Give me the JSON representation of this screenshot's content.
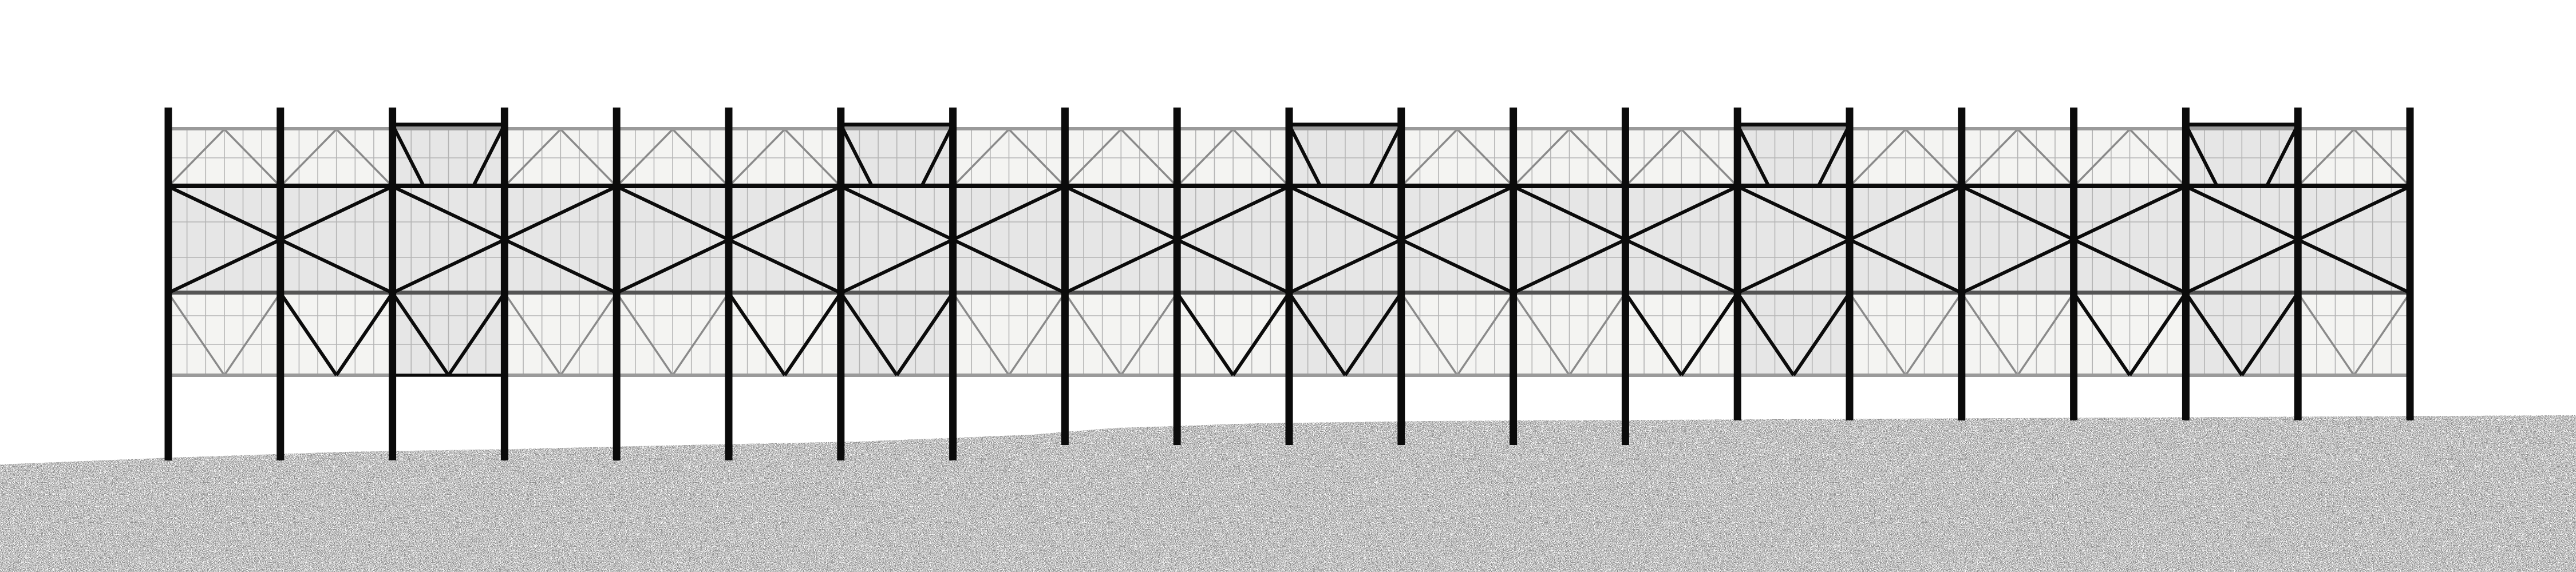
{
  "drawing": {
    "view": "elevation",
    "labels": [],
    "structure": {
      "column_count": 21,
      "bay_count": 20,
      "levels": 3,
      "upper_bays_with_truss": [
        2,
        6,
        10,
        14,
        18
      ],
      "middle_truss_modules": 5,
      "lower_bays_with_v_brace": [
        2,
        6,
        10,
        14,
        18
      ]
    },
    "colors": {
      "steel": "#0b0b0b",
      "glazing_light": "#f4f4f2",
      "glazing_shaded": "#e6e6e6",
      "mullion": "#b4b4b4",
      "background_brace": "#8a8a8a",
      "ground_stipple": "#4a4a4a"
    }
  }
}
